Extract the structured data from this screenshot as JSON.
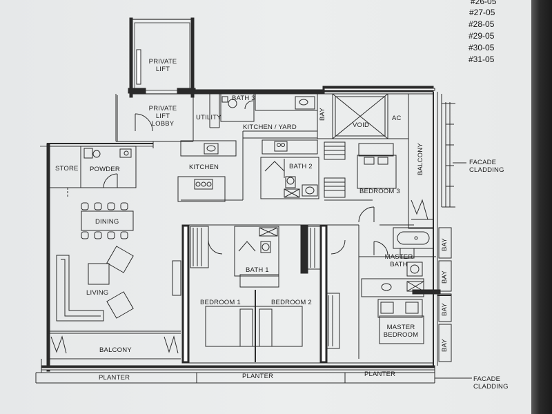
{
  "units": [
    "#26-05",
    "#27-05",
    "#28-05",
    "#29-05",
    "#30-05",
    "#31-05"
  ],
  "rooms": {
    "private_lift": [
      "PRIVATE",
      "LIFT"
    ],
    "private_lift_lobby": [
      "PRIVATE",
      "LIFT",
      "LOBBY"
    ],
    "bath3": "BATH 3",
    "utility": "UTILITY",
    "kitchen_yard": "KITCHEN / YARD",
    "bay": "BAY",
    "void": "VOID",
    "ac": "AC",
    "store": "STORE",
    "powder": "POWDER",
    "kitchen": "KITCHEN",
    "bath2": "BATH 2",
    "bedroom3": "BEDROOM 3",
    "balcony_right": "BALCONY",
    "dining": "DINING",
    "bath1": "BATH 1",
    "master_bath": [
      "MASTER",
      "BATH"
    ],
    "living": "LIVING",
    "bedroom1": "BEDROOM 1",
    "bedroom2": "BEDROOM 2",
    "master_bedroom": [
      "MASTER",
      "BEDROOM"
    ],
    "balcony_bottom": "BALCONY",
    "planter": "PLANTER"
  },
  "annotations": {
    "facade_cladding": [
      "FACADE",
      "CLADDING"
    ]
  }
}
